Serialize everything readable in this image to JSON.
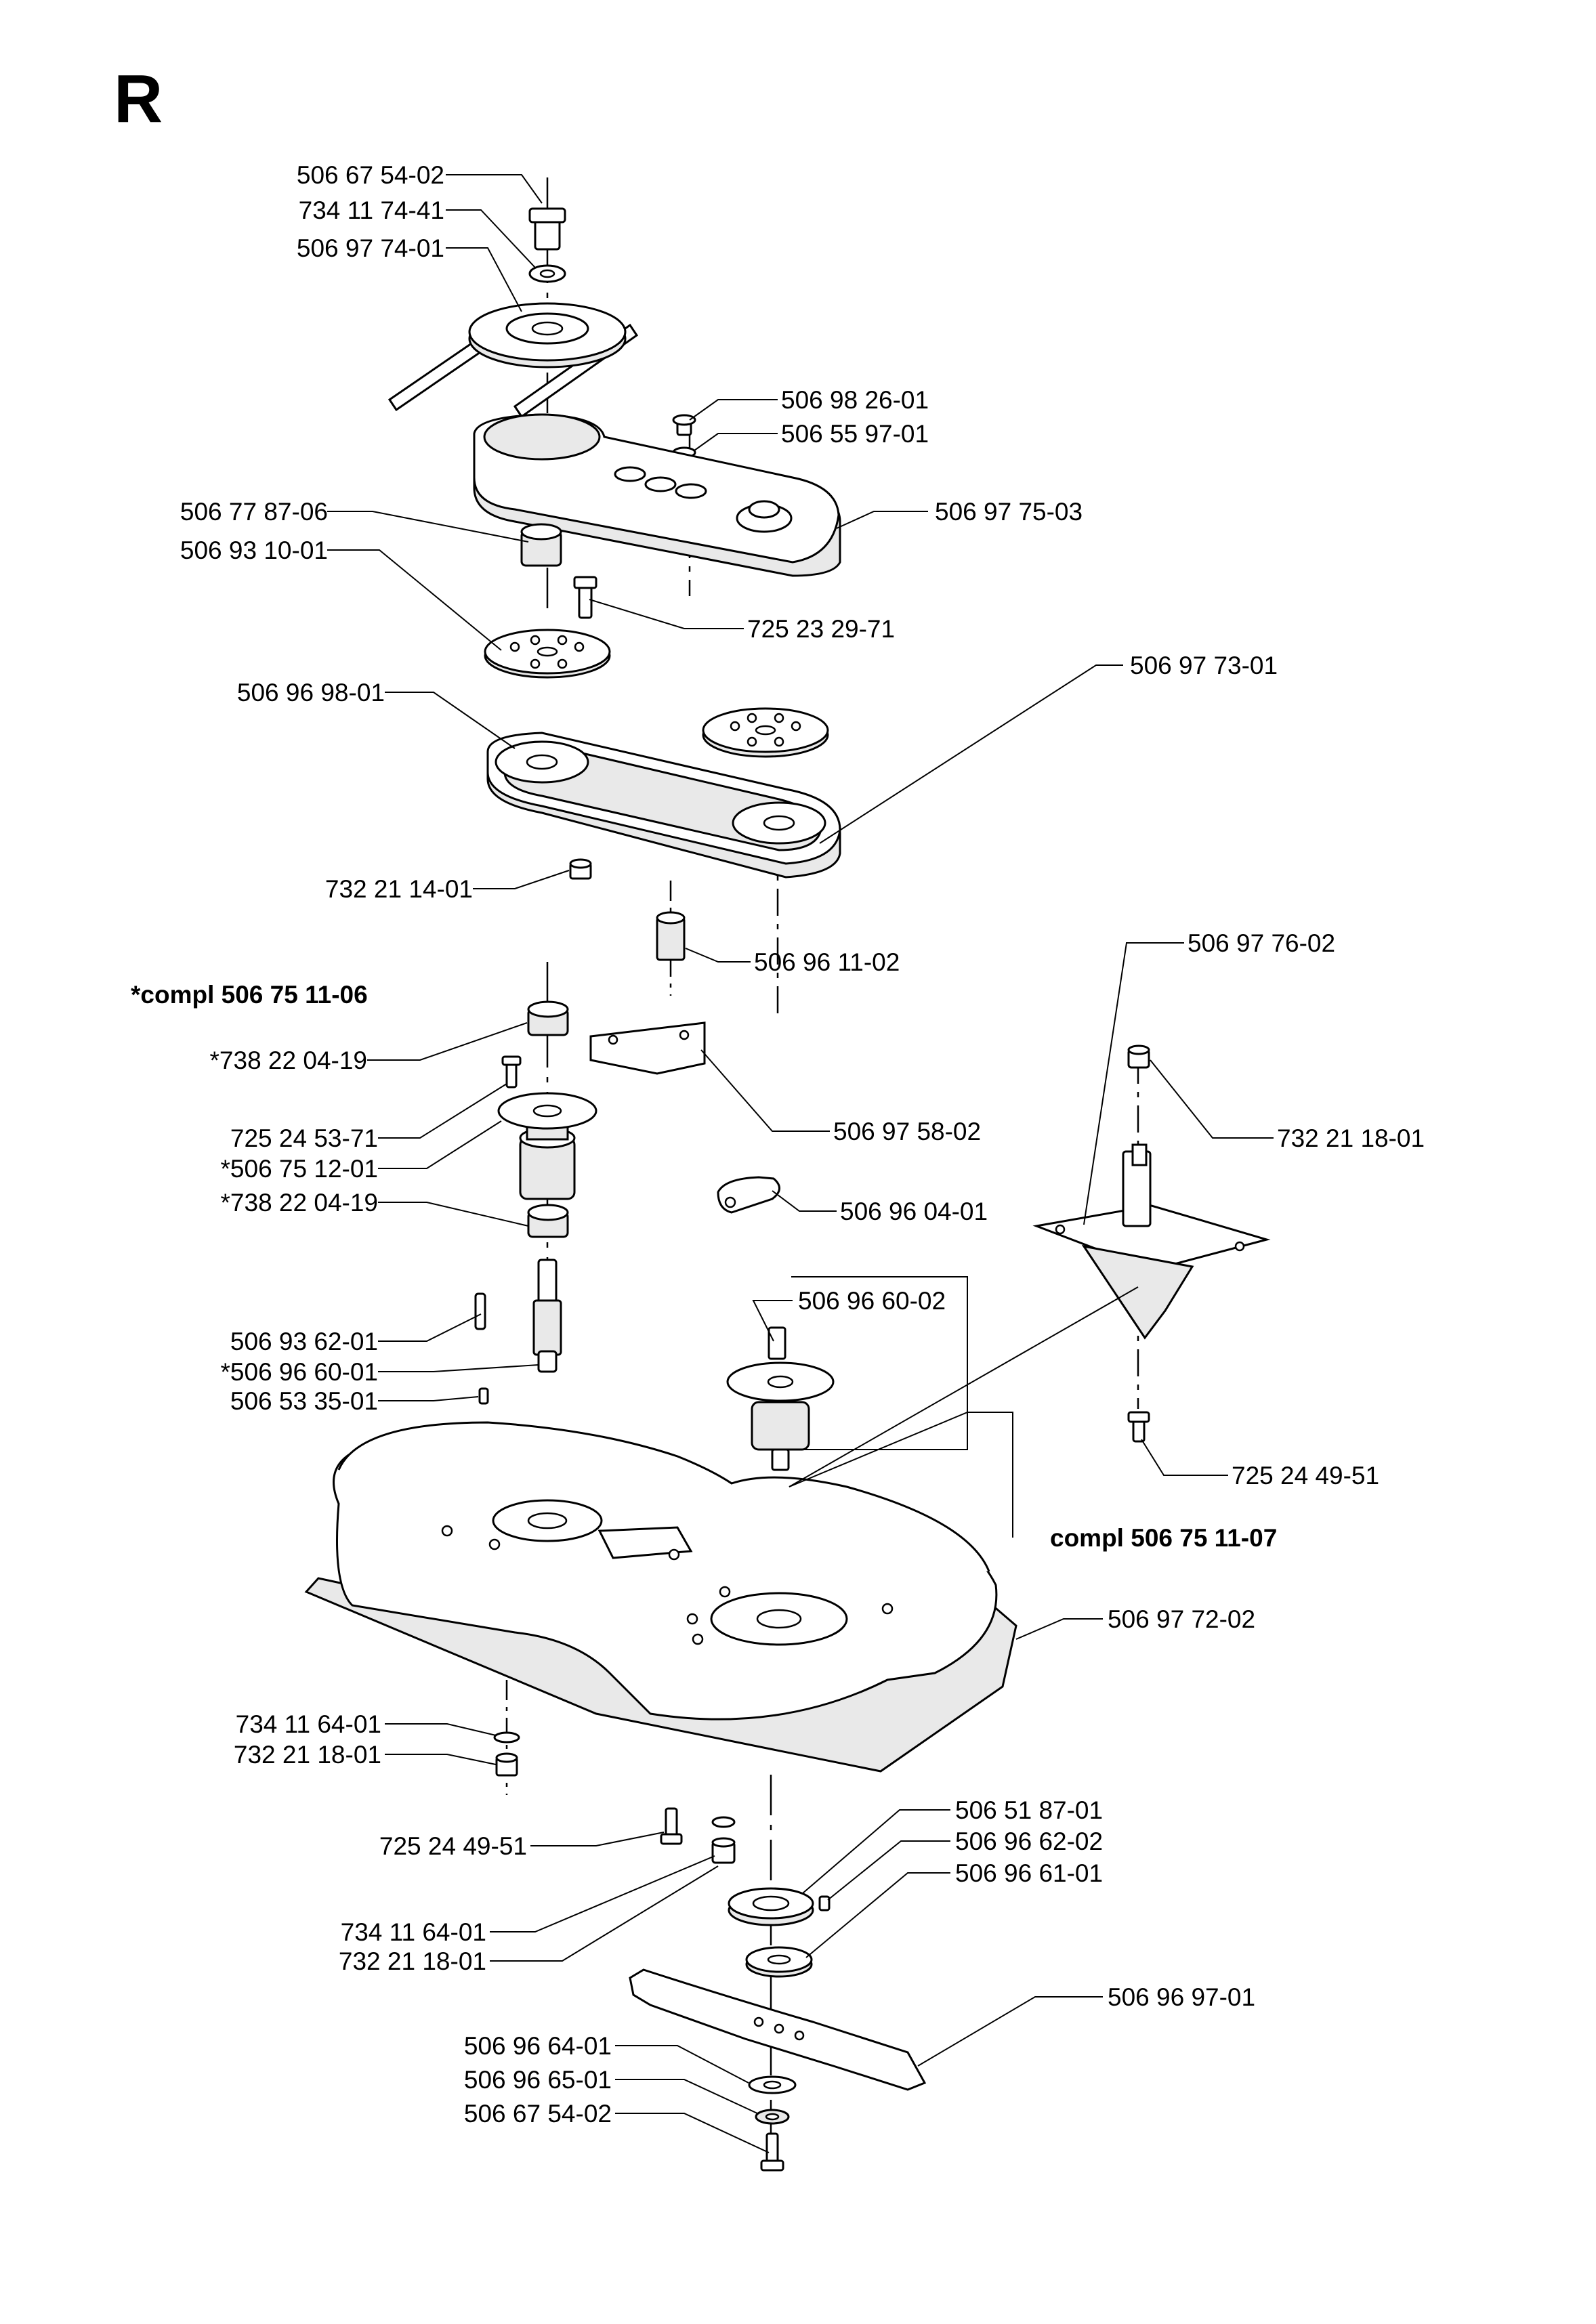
{
  "section": "R",
  "labels": {
    "p1": "506 67 54-02",
    "p2": "734 11 74-41",
    "p3": "506 97 74-01",
    "p4": "506 98 26-01",
    "p5": "506 55 97-01",
    "p6": "506 77 87-06",
    "p7": "506 97 75-03",
    "p8": "506 93 10-01",
    "p9": "725 23 29-71",
    "p10": "506 97 73-01",
    "p11": "506 96 98-01",
    "p12": "732 21 14-01",
    "p13": "506 96 11-02",
    "p14": "506 97 76-02",
    "p15": "*compl 506 75 11-06",
    "p16": "*738 22 04-19",
    "p17": "732 21 18-01",
    "p18": "506 97 58-02",
    "p19": "725 24 53-71",
    "p20": "*506 75 12-01",
    "p21": "*738 22 04-19",
    "p22": "506 96 04-01",
    "p23": "506 96 60-02",
    "p24": "506 93 62-01",
    "p25": "*506 96 60-01",
    "p26": "506 53 35-01",
    "p27": "725 24 49-51",
    "p28": "compl 506 75 11-07",
    "p29": "506 97 72-02",
    "p30": "734 11 64-01",
    "p31": "732 21 18-01",
    "p32": "506 51 87-01",
    "p33": "725 24 49-51",
    "p34": "506 96 62-02",
    "p35": "506 96 61-01",
    "p36": "734 11 64-01",
    "p37": "732 21 18-01",
    "p38": "506 96 97-01",
    "p39": "506 96 64-01",
    "p40": "506 96 65-01",
    "p41": "506 67 54-02"
  }
}
